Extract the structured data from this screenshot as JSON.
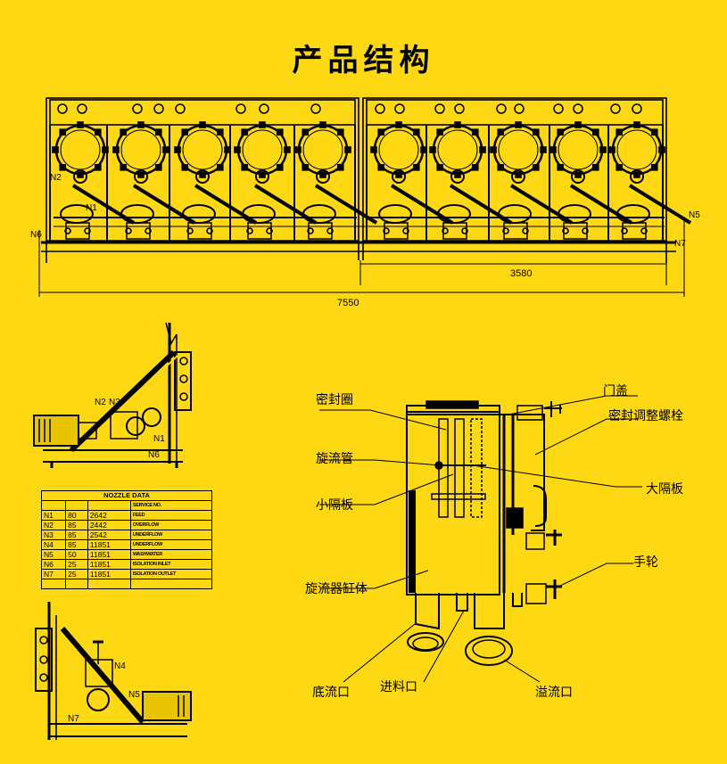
{
  "title": "产品结构",
  "dimensions": {
    "total": "7550",
    "partial": "3580"
  },
  "nozzle_markers_top": [
    "N2",
    "N1",
    "N6",
    "N5",
    "N7"
  ],
  "nozzle_markers_side": [
    "N2",
    "N3",
    "N1",
    "N6"
  ],
  "nozzle_markers_bottom": [
    "N4",
    "N5",
    "N7"
  ],
  "nozzle_table": {
    "header": "NOZZLE DATA",
    "subheader": "SERVICE NO.",
    "rows": [
      [
        "N1",
        "80",
        "2642",
        "FEED"
      ],
      [
        "N2",
        "85",
        "2442",
        "OVERFLOW"
      ],
      [
        "N3",
        "85",
        "2542",
        "UNDERFLOW"
      ],
      [
        "N4",
        "85",
        "11851",
        "UNDERFLOW"
      ],
      [
        "N5",
        "50",
        "11851",
        "WASHWATER"
      ],
      [
        "N6",
        "25",
        "11851",
        "ISOLATION INLET"
      ],
      [
        "N7",
        "25",
        "11851",
        "ISOLATION OUTLET"
      ]
    ]
  },
  "labels": {
    "seal_ring": "密封圈",
    "cyclone_tube": "旋流管",
    "small_baffle": "小隔板",
    "cyclone_body": "旋流器缸体",
    "bottom_outlet": "底流口",
    "feed_inlet": "进料口",
    "overflow_outlet": "溢流口",
    "door_cover": "门盖",
    "seal_bolt": "密封调整螺栓",
    "large_baffle": "大隔板",
    "handwheel": "手轮"
  }
}
